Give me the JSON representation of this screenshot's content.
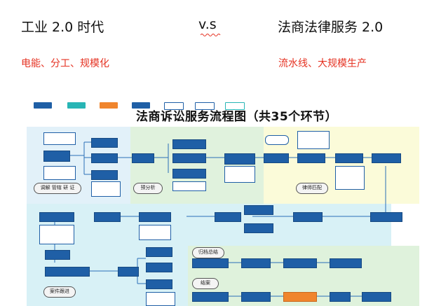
{
  "header": {
    "left_title": "工业 2.0 时代",
    "middle_label": "v.s",
    "right_title": "法商法律服务 2.0",
    "left_subtitle": "电能、分工、规模化",
    "right_subtitle": "流水线、大规模生产"
  },
  "flowchart": {
    "title": "法商诉讼服务流程图（共35个环节）",
    "stage_notes": {
      "research": "调解 管辖 研 证",
      "pre_analysis": "预分析",
      "lawyer_match": "律师匹配",
      "case_progress": "案件跟进",
      "summary": "归档总结",
      "closing": "结案"
    },
    "colors": {
      "dark_box": "#1f5fa6",
      "green_zone": "#dff2dc",
      "cyan_zone": "#d6f1f7",
      "yellow_zone": "#fbfbd7",
      "orange_chip": "#f0852d",
      "teal_chip": "#28b5b5",
      "subtitle_red": "#e53222"
    }
  }
}
